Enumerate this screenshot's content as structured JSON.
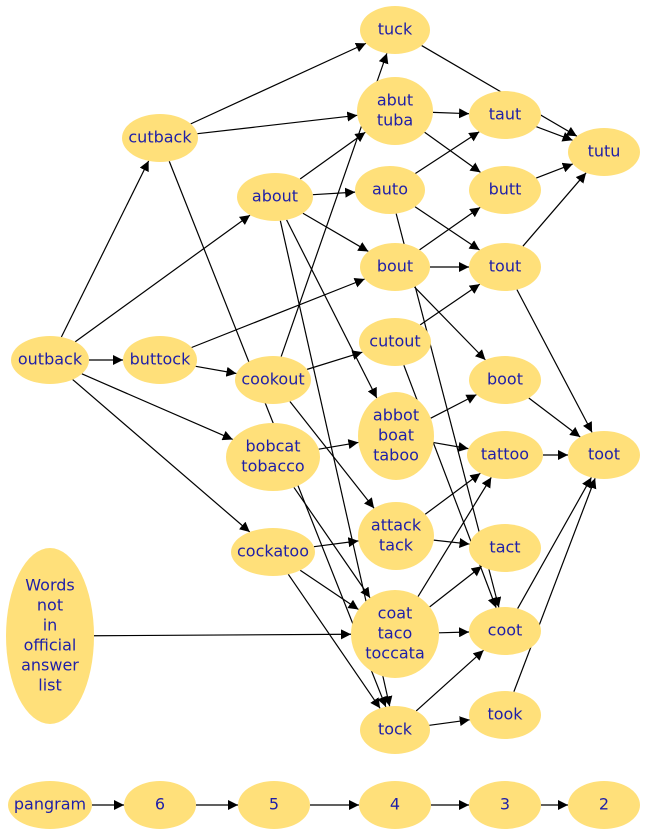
{
  "nodes": [
    {
      "id": "outback",
      "lines": [
        "outback"
      ]
    },
    {
      "id": "cutback",
      "lines": [
        "cutback"
      ]
    },
    {
      "id": "buttock",
      "lines": [
        "buttock"
      ]
    },
    {
      "id": "about",
      "lines": [
        "about"
      ]
    },
    {
      "id": "cookout",
      "lines": [
        "cookout"
      ]
    },
    {
      "id": "bobcat",
      "lines": [
        "bobcat",
        "tobacco"
      ]
    },
    {
      "id": "cockatoo",
      "lines": [
        "cockatoo"
      ]
    },
    {
      "id": "tuck",
      "lines": [
        "tuck"
      ]
    },
    {
      "id": "abut",
      "lines": [
        "abut",
        "tuba"
      ]
    },
    {
      "id": "auto",
      "lines": [
        "auto"
      ]
    },
    {
      "id": "bout",
      "lines": [
        "bout"
      ]
    },
    {
      "id": "cutout",
      "lines": [
        "cutout"
      ]
    },
    {
      "id": "abbot",
      "lines": [
        "abbot",
        "boat",
        "taboo"
      ]
    },
    {
      "id": "attack",
      "lines": [
        "attack",
        "tack"
      ]
    },
    {
      "id": "coat",
      "lines": [
        "coat",
        "taco",
        "toccata"
      ]
    },
    {
      "id": "tock",
      "lines": [
        "tock"
      ]
    },
    {
      "id": "taut",
      "lines": [
        "taut"
      ]
    },
    {
      "id": "butt",
      "lines": [
        "butt"
      ]
    },
    {
      "id": "tout",
      "lines": [
        "tout"
      ]
    },
    {
      "id": "boot",
      "lines": [
        "boot"
      ]
    },
    {
      "id": "tattoo",
      "lines": [
        "tattoo"
      ]
    },
    {
      "id": "tact",
      "lines": [
        "tact"
      ]
    },
    {
      "id": "coot",
      "lines": [
        "coot"
      ]
    },
    {
      "id": "took",
      "lines": [
        "took"
      ]
    },
    {
      "id": "tutu",
      "lines": [
        "tutu"
      ]
    },
    {
      "id": "toot",
      "lines": [
        "toot"
      ]
    },
    {
      "id": "notlist",
      "lines": [
        "Words",
        "not",
        "in",
        "official",
        "answer",
        "list"
      ]
    },
    {
      "id": "pangram",
      "lines": [
        "pangram"
      ]
    },
    {
      "id": "n6",
      "lines": [
        "6"
      ]
    },
    {
      "id": "n5",
      "lines": [
        "5"
      ]
    },
    {
      "id": "n4",
      "lines": [
        "4"
      ]
    },
    {
      "id": "n3",
      "lines": [
        "3"
      ]
    },
    {
      "id": "n2",
      "lines": [
        "2"
      ]
    }
  ],
  "edges": [
    [
      "outback",
      "cutback"
    ],
    [
      "outback",
      "buttock"
    ],
    [
      "outback",
      "about"
    ],
    [
      "outback",
      "bobcat"
    ],
    [
      "outback",
      "cockatoo"
    ],
    [
      "cutback",
      "tuck"
    ],
    [
      "cutback",
      "abut"
    ],
    [
      "cutback",
      "tock"
    ],
    [
      "buttock",
      "bout"
    ],
    [
      "buttock",
      "cookout"
    ],
    [
      "about",
      "abut"
    ],
    [
      "about",
      "auto"
    ],
    [
      "about",
      "bout"
    ],
    [
      "about",
      "abbot"
    ],
    [
      "about",
      "tock"
    ],
    [
      "cookout",
      "tuck"
    ],
    [
      "cookout",
      "cutout"
    ],
    [
      "cookout",
      "attack"
    ],
    [
      "bobcat",
      "abbot"
    ],
    [
      "bobcat",
      "coat"
    ],
    [
      "cockatoo",
      "attack"
    ],
    [
      "cockatoo",
      "coat"
    ],
    [
      "cockatoo",
      "tock"
    ],
    [
      "tuck",
      "tutu"
    ],
    [
      "abut",
      "taut"
    ],
    [
      "abut",
      "butt"
    ],
    [
      "auto",
      "taut"
    ],
    [
      "auto",
      "tout"
    ],
    [
      "auto",
      "coot"
    ],
    [
      "bout",
      "butt"
    ],
    [
      "bout",
      "tout"
    ],
    [
      "bout",
      "boot"
    ],
    [
      "cutout",
      "tout"
    ],
    [
      "cutout",
      "coot"
    ],
    [
      "abbot",
      "boot"
    ],
    [
      "abbot",
      "tattoo"
    ],
    [
      "attack",
      "tact"
    ],
    [
      "attack",
      "tattoo"
    ],
    [
      "coat",
      "tattoo"
    ],
    [
      "coat",
      "tact"
    ],
    [
      "coat",
      "coot"
    ],
    [
      "tock",
      "coot"
    ],
    [
      "tock",
      "took"
    ],
    [
      "taut",
      "tutu"
    ],
    [
      "butt",
      "tutu"
    ],
    [
      "tout",
      "tutu"
    ],
    [
      "tout",
      "toot"
    ],
    [
      "boot",
      "toot"
    ],
    [
      "tattoo",
      "toot"
    ],
    [
      "coot",
      "toot"
    ],
    [
      "took",
      "toot"
    ],
    [
      "notlist",
      "coat"
    ],
    [
      "pangram",
      "n6"
    ],
    [
      "n6",
      "n5"
    ],
    [
      "n5",
      "n4"
    ],
    [
      "n4",
      "n3"
    ],
    [
      "n3",
      "n2"
    ]
  ]
}
